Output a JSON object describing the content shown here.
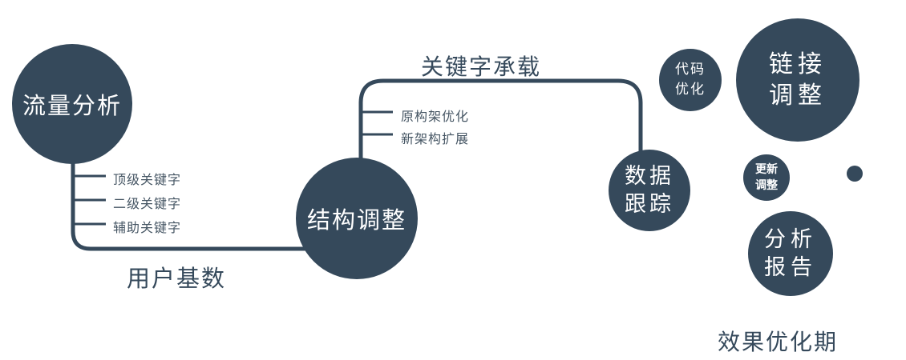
{
  "colors": {
    "primary": "#35495B",
    "tick_label": "#465664"
  },
  "diagram": {
    "stage1": {
      "node_label": "流量分析",
      "branches": [
        "顶级关键字",
        "二级关键字",
        "辅助关键字"
      ],
      "edge_label": "用户基数"
    },
    "stage2": {
      "node_label": "结构调整",
      "branches": [
        "原构架优化",
        "新架构扩展"
      ],
      "edge_label": "关键字承载"
    },
    "stage3": {
      "node_label": "数据\n跟踪"
    },
    "satellites": [
      {
        "label": "代码\n优化"
      },
      {
        "label": "链接\n调整"
      },
      {
        "label": "更新\n调整"
      },
      {
        "label": "分析\n报告"
      }
    ],
    "footer_label": "效果优化期"
  }
}
